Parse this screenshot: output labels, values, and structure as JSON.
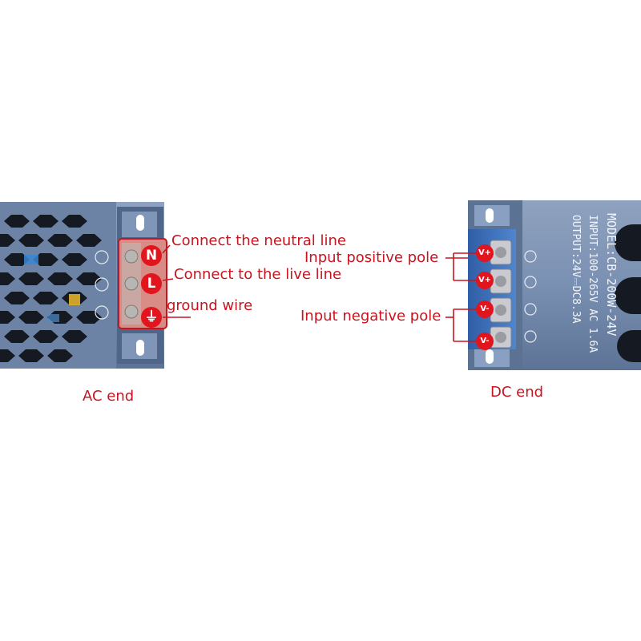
{
  "colors": {
    "accent_red": "#e0151e",
    "label_red": "#c8141e",
    "case_blue": "#6f86a8",
    "terminal_blue": "#3f6fb8"
  },
  "ac_end": {
    "caption": "AC end",
    "terminals": [
      {
        "badge": "N",
        "label": "Connect the neutral line"
      },
      {
        "badge": "L",
        "label": "Connect to the live line"
      },
      {
        "badge": "⏚",
        "label": "ground wire",
        "badge_icon": "ground-icon"
      }
    ]
  },
  "dc_end": {
    "caption": "DC end",
    "terminals": [
      {
        "badge": "V+"
      },
      {
        "badge": "V+"
      },
      {
        "badge": "V-"
      },
      {
        "badge": "V-"
      }
    ],
    "labels": {
      "positive": "Input positive pole",
      "negative": "Input negative pole"
    },
    "nameplate": {
      "model": "MODEL:CB-200W-24V",
      "input": "INPUT:100-265V AC 1.6A",
      "output": "OUTPUT:24V⎓DC8.3A"
    }
  }
}
